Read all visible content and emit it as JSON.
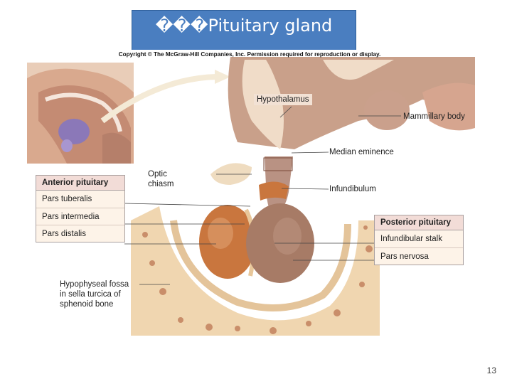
{
  "slide": {
    "title": "���Pituitary gland",
    "page_number": "13"
  },
  "figure": {
    "copyright": "Copyright © The McGraw-Hill Companies, Inc. Permission required for reproduction or display.",
    "labels": {
      "hypothalamus": "Hypothalamus",
      "mammillary_body": "Mammillary body",
      "median_eminence": "Median eminence",
      "optic_chiasm_1": "Optic",
      "optic_chiasm_2": "chiasm",
      "infundibulum": "Infundibulum",
      "fossa_1": "Hypophyseal fossa",
      "fossa_2": "in sella turcica of",
      "fossa_3": "sphenoid bone"
    },
    "anterior_panel": {
      "heading": "Anterior pituitary",
      "items": [
        "Pars tuberalis",
        "Pars intermedia",
        "Pars distalis"
      ]
    },
    "posterior_panel": {
      "heading": "Posterior pituitary",
      "items": [
        "Infundibular stalk",
        "Pars nervosa"
      ]
    }
  },
  "colors": {
    "title_bg": "#4a7ec0",
    "anterior_lobe": "#c9763e",
    "posterior_lobe": "#a77b66",
    "brain_tissue": "#c9a08a",
    "bone": "#f0d6b0"
  }
}
